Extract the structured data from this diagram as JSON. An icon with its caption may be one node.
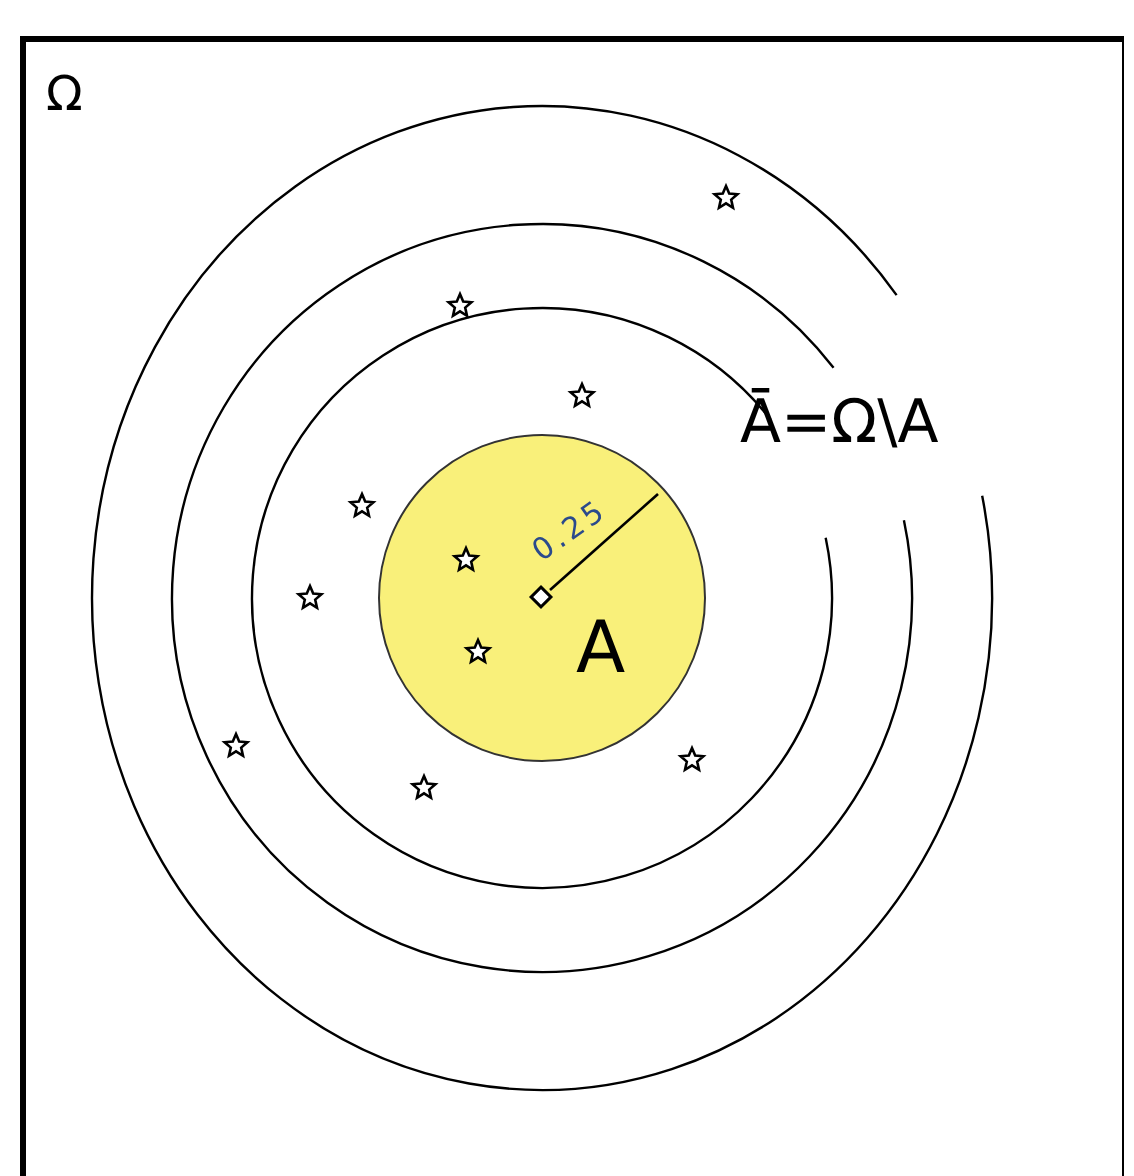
{
  "diagram": {
    "nodes": [
      {
        "text": [
          "Ω"
        ]
      },
      {
        "text": [
          "A"
        ],
        "in": 0
      }
    ],
    "labels": [
      "0.25",
      "Ā=Ω\\A"
    ]
  }
}
